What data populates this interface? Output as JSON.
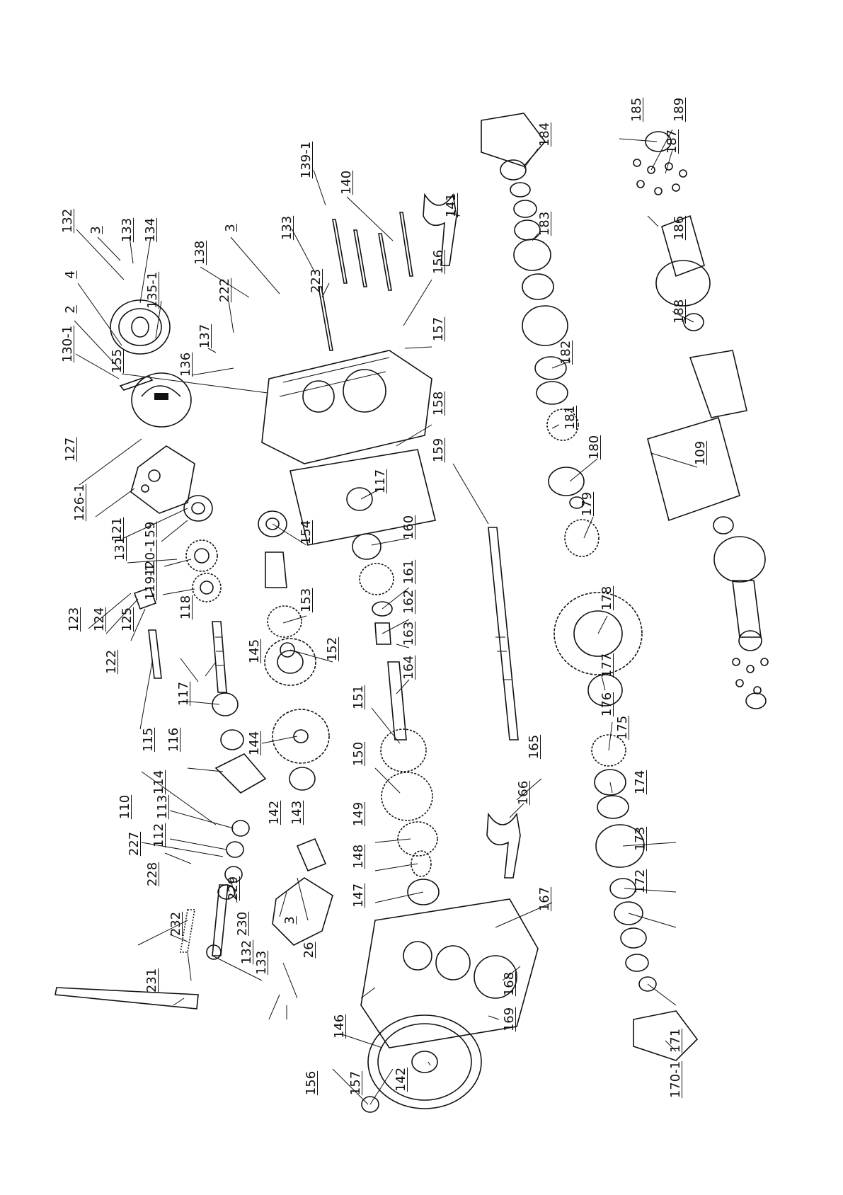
{
  "labels": [
    "132",
    "3",
    "133",
    "134",
    "4",
    "2",
    "130-1",
    "135-1",
    "138",
    "222",
    "137",
    "136",
    "3",
    "133",
    "139-1",
    "140",
    "223",
    "156",
    "157",
    "141",
    "184",
    "183",
    "185",
    "189",
    "187",
    "186",
    "188",
    "155",
    "158",
    "127",
    "126-1",
    "117",
    "182",
    "181",
    "159",
    "180",
    "109",
    "179",
    "121",
    "59",
    "120-1",
    "160",
    "154",
    "131",
    "119-1",
    "161",
    "178",
    "162",
    "153",
    "163",
    "123",
    "124",
    "125",
    "118",
    "152",
    "177",
    "164",
    "176",
    "145",
    "122",
    "117",
    "144",
    "151",
    "150",
    "115",
    "116",
    "165",
    "114",
    "113",
    "110",
    "149",
    "166",
    "112",
    "229",
    "148",
    "142",
    "143",
    "175",
    "227",
    "174",
    "228",
    "147",
    "167",
    "230",
    "232",
    "173",
    "172",
    "3",
    "132",
    "133",
    "26",
    "168",
    "169",
    "171",
    "146",
    "231",
    "170-1",
    "156",
    "157",
    "142"
  ],
  "colors": {
    "ink": "#111111",
    "background": "#ffffff"
  }
}
